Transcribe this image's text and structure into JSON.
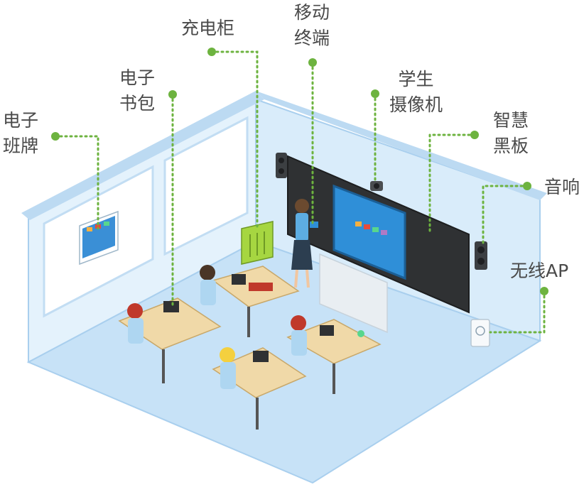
{
  "labels": {
    "class_sign": [
      "电子",
      "班牌"
    ],
    "schoolbag": [
      "电子",
      "书包"
    ],
    "charging_cabinet": [
      "充电柜"
    ],
    "mobile_terminal": [
      "移动",
      "终端"
    ],
    "student_camera": [
      "学生",
      "摄像机"
    ],
    "smart_board": [
      "智慧",
      "黑板"
    ],
    "speaker": [
      "音响"
    ],
    "wireless_ap": [
      "无线AP"
    ]
  },
  "colors": {
    "leader": "#6db33f",
    "wall": "#d9ecfa",
    "wall_edge": "#a9cfee",
    "floor": "#c7e2f7",
    "desk": "#f0d9a8",
    "board": "#2f3133",
    "screen": "#2f8fd8",
    "cabinet": "#a6d641"
  }
}
